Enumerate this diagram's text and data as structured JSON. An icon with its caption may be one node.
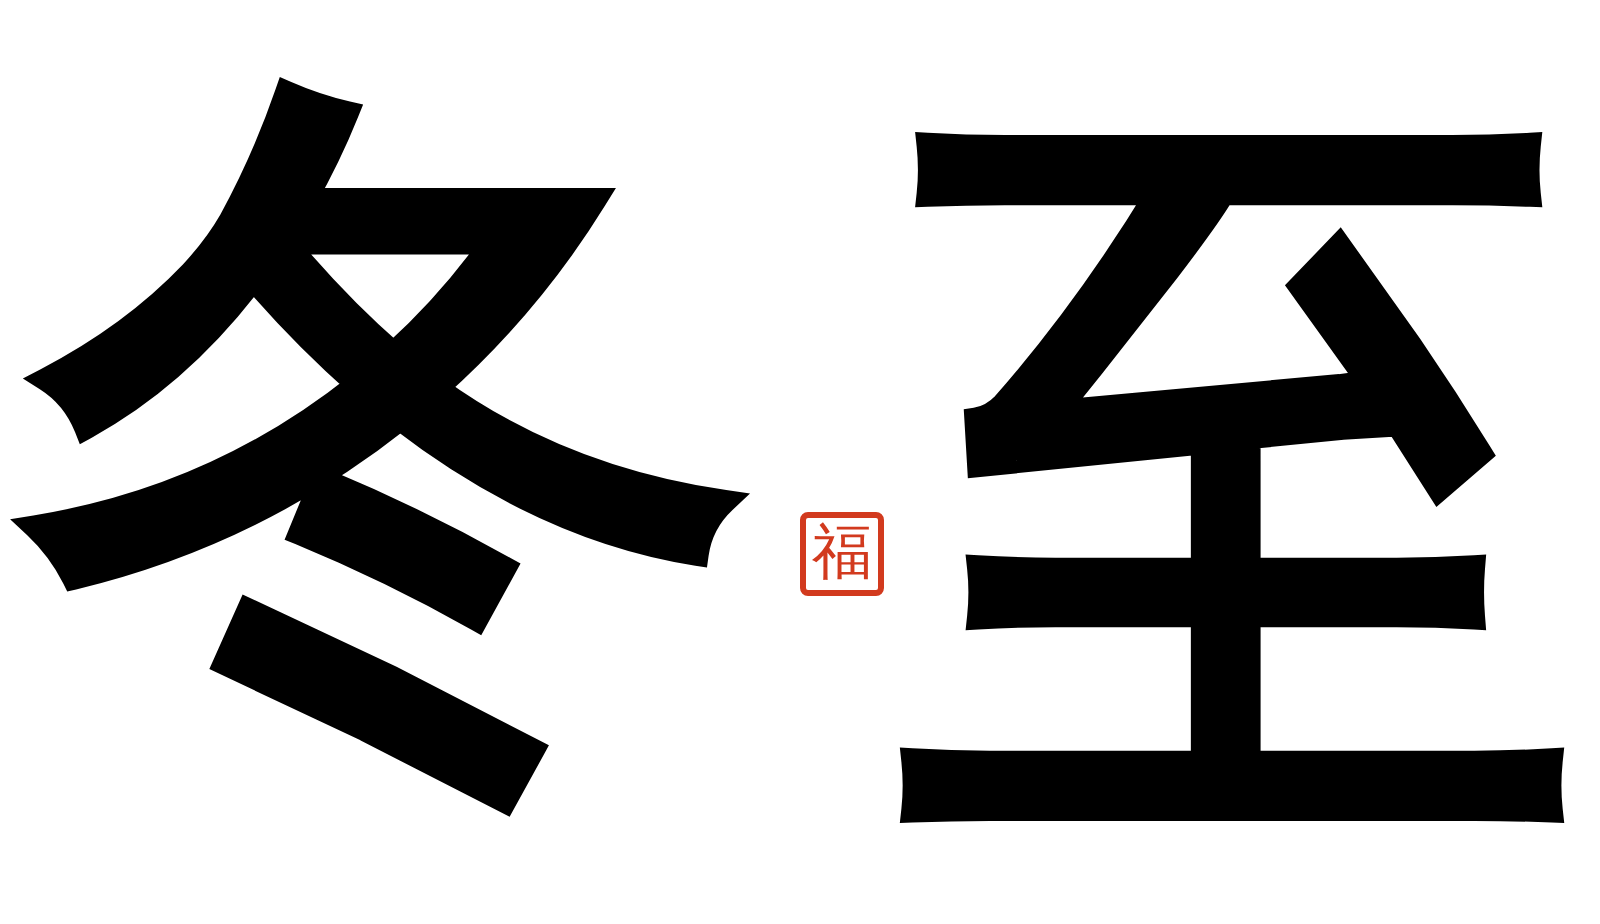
{
  "diagram": {
    "labels": [
      "冬",
      "福",
      "至"
    ]
  }
}
